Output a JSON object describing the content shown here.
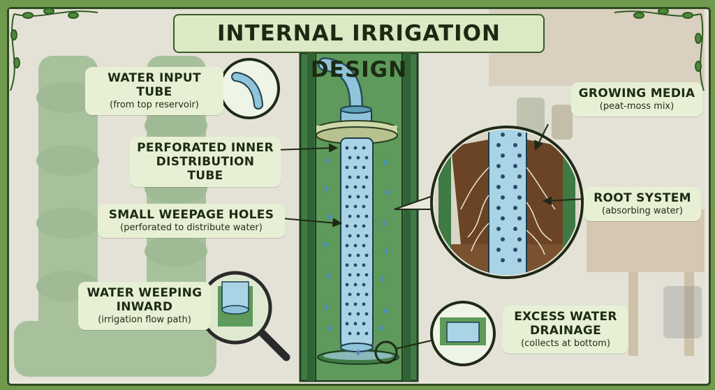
{
  "title": "INTERNAL IRRIGATION DESIGN",
  "labels": {
    "water_input": {
      "heading": "WATER INPUT TUBE",
      "sub": "(from top reservoir)"
    },
    "perforated_tube": {
      "heading_line1": "PERFORATED INNER",
      "heading_line2": "DISTRIBUTION TUBE"
    },
    "weepage_holes": {
      "heading": "SMALL WEEPAGE HOLES",
      "sub": "(perforated to distribute water)"
    },
    "weeping_inward": {
      "heading_line1": "WATER WEEPING",
      "heading_line2": "INWARD",
      "sub": "(irrigation flow path)"
    },
    "growing_media": {
      "heading": "GROWING MEDIA",
      "sub": "(peat-moss mix)"
    },
    "root_system": {
      "heading": "ROOT SYSTEM",
      "sub": "(absorbing water)"
    },
    "excess_water": {
      "heading_line1": "EXCESS WATER",
      "heading_line2": "DRAINAGE",
      "sub": "(collects at bottom)"
    }
  },
  "colors": {
    "tower_green": "#3f7a44",
    "tube_blue": "#a9d4e6",
    "water_blue": "#4a90c8",
    "soil_brown": "#6b4426",
    "label_bg": "#e7f0d4"
  }
}
